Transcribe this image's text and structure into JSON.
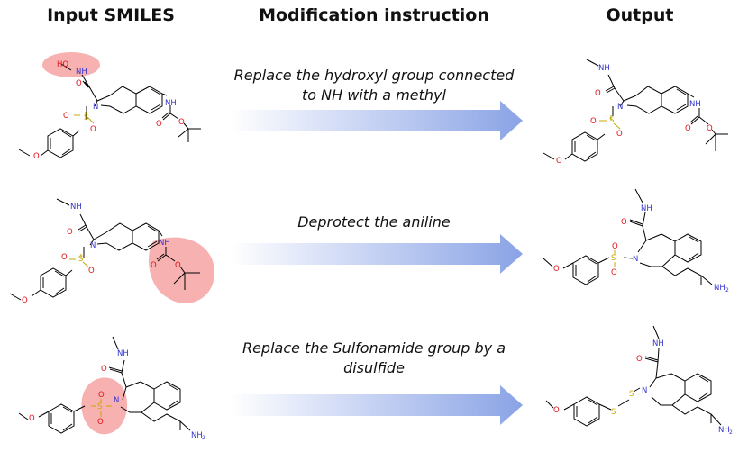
{
  "headers": {
    "input": "Input SMILES",
    "instruction": "Modification instruction",
    "output": "Output"
  },
  "rows": [
    {
      "instruction": "Replace the hydroxyl group connected to NH with a methyl"
    },
    {
      "instruction": "Deprotect the aniline"
    },
    {
      "instruction": "Replace the Sulfonamide group by a disulfide"
    }
  ],
  "atom_labels": {
    "ho": "HO",
    "nh": "NH",
    "n": "N",
    "o": "O",
    "s": "S",
    "nh2": "NH",
    "sub2": "2"
  },
  "colors": {
    "bond": "#000000",
    "nitrogen": "#3333cc",
    "oxygen": "#e0101a",
    "sulfur": "#c6a800",
    "highlight": "#f7a8a8",
    "arrow_start": "#ffffff",
    "arrow_end": "#8aa3e6"
  }
}
